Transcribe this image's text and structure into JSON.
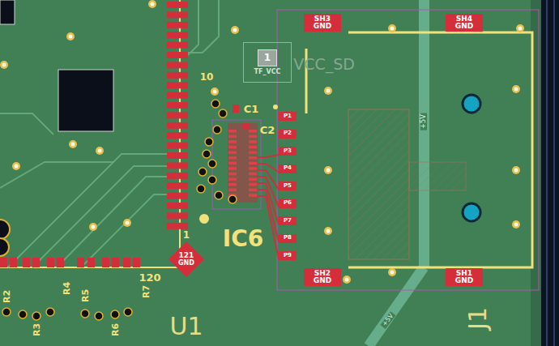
{
  "diagram": {
    "nodes": [
      {
        "text": [
          "SH3",
          "GND"
        ]
      },
      {
        "text": [
          "SH4",
          "GND"
        ]
      },
      {
        "text": [
          "1",
          "TF_VCC"
        ]
      },
      {
        "text": [
          "P1"
        ]
      },
      {
        "text": [
          "P2"
        ]
      },
      {
        "text": [
          "P3"
        ]
      },
      {
        "text": [
          "P4"
        ]
      },
      {
        "text": [
          "P5"
        ]
      },
      {
        "text": [
          "P6"
        ]
      },
      {
        "text": [
          "P7"
        ]
      },
      {
        "text": [
          "P8"
        ]
      },
      {
        "text": [
          "P9"
        ]
      },
      {
        "text": [
          "121",
          "GND"
        ]
      },
      {
        "text": [
          "SH2",
          "GND"
        ]
      },
      {
        "text": [
          "SH1",
          "GND"
        ]
      }
    ],
    "labels": [
      "VCC_SD",
      "10",
      "C1",
      "C2",
      "IC6",
      "1",
      "120",
      "U1",
      "J1",
      "R2",
      "R3",
      "R4",
      "R5",
      "R6",
      "R7",
      "+5V",
      "+5V"
    ]
  }
}
